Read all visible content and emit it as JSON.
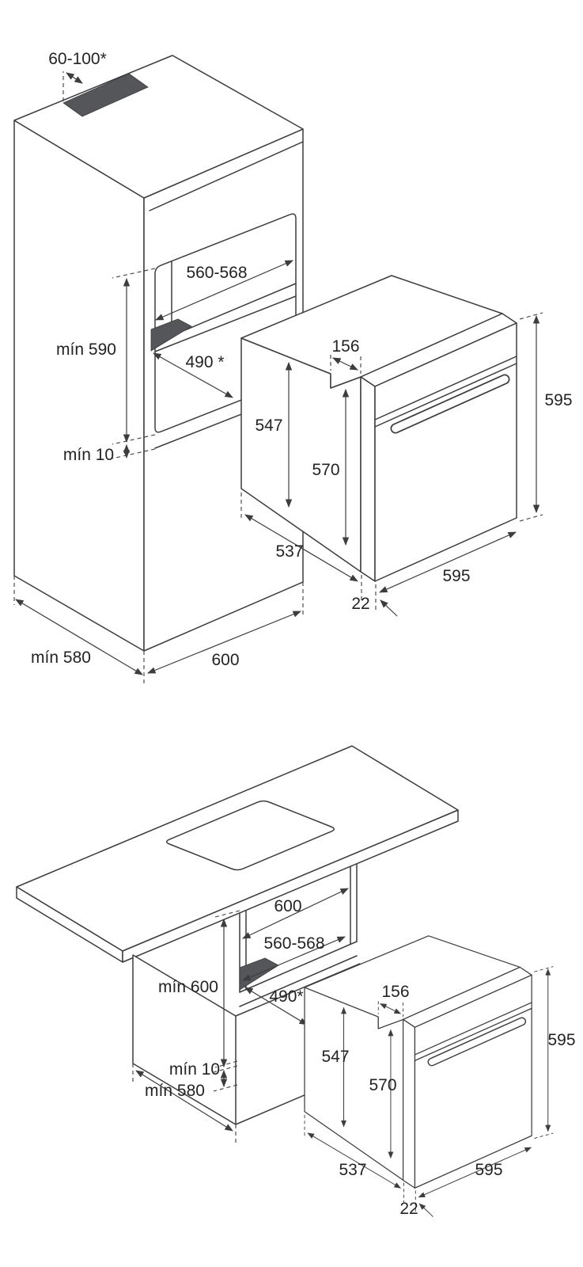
{
  "figure": {
    "type": "oven installation drawing, two isometric views",
    "background": "#ffffff",
    "line_color": "#3d3d3f",
    "dark_fill": "#55565a",
    "text_color": "#232325"
  },
  "top_diagram": {
    "name": "tall-cabinet installation",
    "labels": {
      "vent_gap": "60-100*",
      "niche_width": "560-568",
      "niche_height": "mín 590",
      "niche_depth": "490 *",
      "bottom_gap": "mín 10",
      "cabinet_depth": "mín 580",
      "cabinet_width": "600",
      "oven_recess": "156",
      "oven_body_height": "547",
      "oven_inner_height": "570",
      "oven_height": "595",
      "oven_body_depth": "537",
      "oven_front_thickness": "22",
      "oven_width": "595"
    }
  },
  "bottom_diagram": {
    "name": "under-counter installation",
    "labels": {
      "cabinet_width": "600",
      "niche_width": "560-568",
      "cabinet_height": "mín 600",
      "niche_depth": "490*",
      "bottom_gap": "mín 10",
      "cabinet_depth": "mín 580",
      "oven_recess": "156",
      "oven_body_height": "547",
      "oven_inner_height": "570",
      "oven_height": "595",
      "oven_body_depth": "537",
      "oven_front_thickness": "22",
      "oven_width": "595"
    }
  }
}
